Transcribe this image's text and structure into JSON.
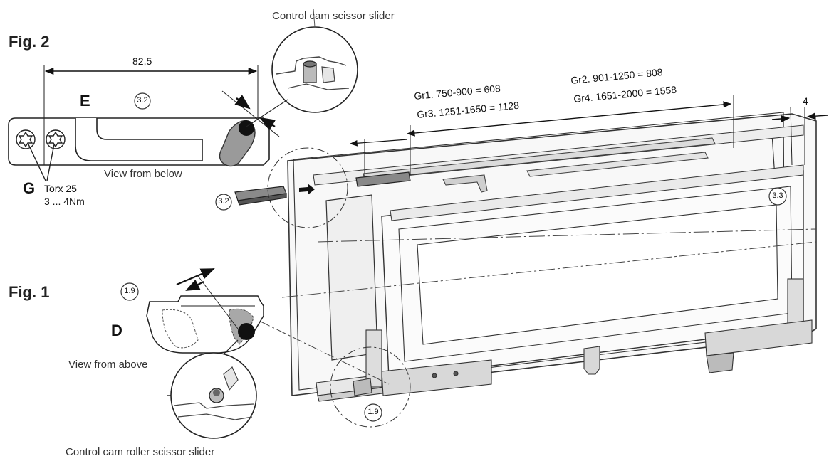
{
  "callouts": {
    "cam_top": "Control cam scissor slider",
    "cam_bottom": "Control cam roller scissor slider",
    "view_below": "View from below",
    "view_above": "View from above"
  },
  "figures": {
    "fig2": "Fig. 2",
    "fig1": "Fig. 1"
  },
  "letters": {
    "e": "E",
    "g": "G",
    "d": "D"
  },
  "dims": {
    "length": "82,5",
    "gap": "4"
  },
  "screw": {
    "torx": "Torx 25",
    "torque": "3 ... 4Nm"
  },
  "markers": {
    "m32": "3.2",
    "m33": "3.3",
    "m19": "1.9"
  },
  "sizes": {
    "line1a": "Gr1.  750-900     = 608",
    "line1b": "Gr2.  901-1250     = 808",
    "line2a": "Gr3.  1251-1650  = 1128",
    "line2b": "Gr4.  1651-2000  = 1558"
  }
}
